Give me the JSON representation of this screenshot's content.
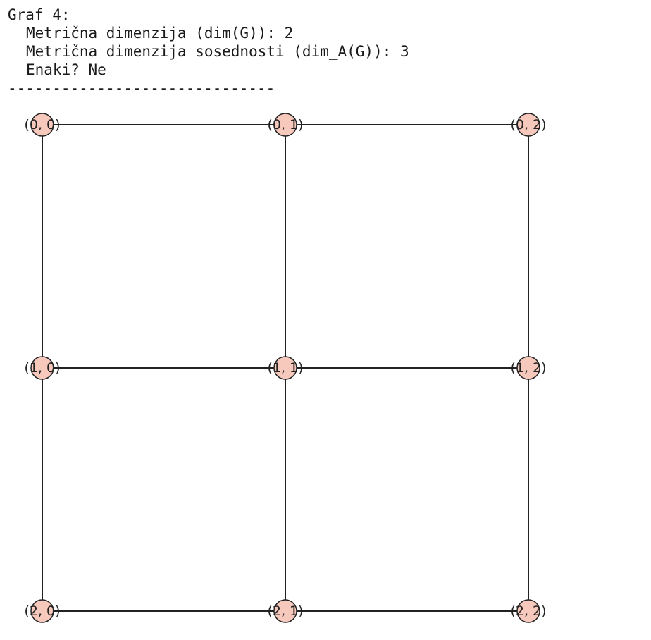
{
  "output": {
    "graph_title": "Graf 4:",
    "metric_dimension": "Metrična dimenzija (dim(G)): 2",
    "adjacency_metric_dimension": "Metrična dimenzija sosednosti (dim_A(G)): 3",
    "equal": "Enaki? Ne",
    "separator": "------------------------------"
  },
  "graph": {
    "node_color": "#f7c9bd",
    "edge_color": "#222222",
    "nodes": [
      {
        "id": "0,0",
        "row": 0,
        "col": 0,
        "label": "(0, 0)"
      },
      {
        "id": "0,1",
        "row": 0,
        "col": 1,
        "label": "(0, 1)"
      },
      {
        "id": "0,2",
        "row": 0,
        "col": 2,
        "label": "(0, 2)"
      },
      {
        "id": "1,0",
        "row": 1,
        "col": 0,
        "label": "(1, 0)"
      },
      {
        "id": "1,1",
        "row": 1,
        "col": 1,
        "label": "(1, 1)"
      },
      {
        "id": "1,2",
        "row": 1,
        "col": 2,
        "label": "(1, 2)"
      },
      {
        "id": "2,0",
        "row": 2,
        "col": 0,
        "label": "(2, 0)"
      },
      {
        "id": "2,1",
        "row": 2,
        "col": 1,
        "label": "(2, 1)"
      },
      {
        "id": "2,2",
        "row": 2,
        "col": 2,
        "label": "(2, 2)"
      }
    ],
    "edges": [
      [
        "0,0",
        "0,1"
      ],
      [
        "0,1",
        "0,2"
      ],
      [
        "1,0",
        "1,1"
      ],
      [
        "1,1",
        "1,2"
      ],
      [
        "2,0",
        "2,1"
      ],
      [
        "2,1",
        "2,2"
      ],
      [
        "0,0",
        "1,0"
      ],
      [
        "1,0",
        "2,0"
      ],
      [
        "0,1",
        "1,1"
      ],
      [
        "1,1",
        "2,1"
      ],
      [
        "0,2",
        "1,2"
      ],
      [
        "1,2",
        "2,2"
      ]
    ]
  }
}
